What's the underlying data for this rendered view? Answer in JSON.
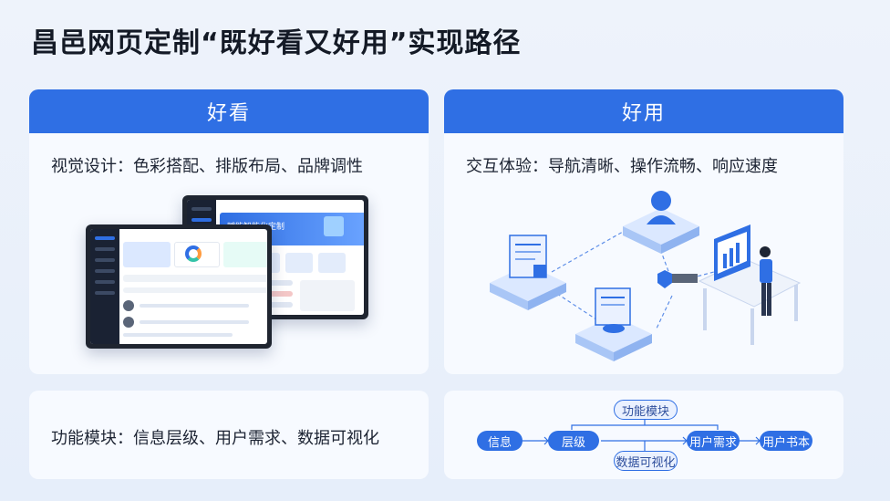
{
  "title": "昌邑网页定制“既好看又好用”实现路径",
  "left_card": {
    "header": "好看",
    "subtitle": "视觉设计：色彩搭配、排版布局、品牌调性",
    "mock_banner": "赋能智能化定制"
  },
  "right_card": {
    "header": "好用",
    "subtitle": "交互体验：导航清晰、操作流畅、响应速度"
  },
  "bottom_left": {
    "subtitle": "功能模块：信息层级、用户需求、数据可视化"
  },
  "flow": {
    "top": "功能模块",
    "n1": "信息",
    "n2": "层级",
    "n3": "用户需求",
    "n4": "用户书本",
    "bottom": "数据可视化"
  },
  "colors": {
    "accent": "#2f6fe4",
    "card_bg": "#f7faff",
    "page_bg": "#eef3fb"
  }
}
